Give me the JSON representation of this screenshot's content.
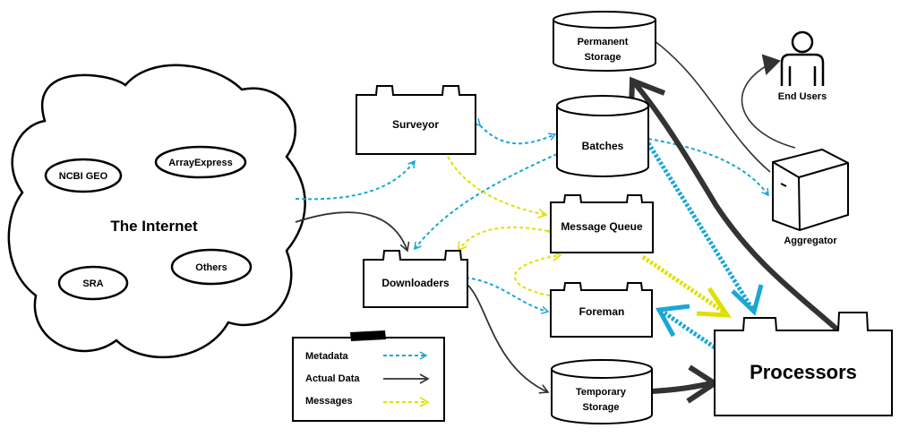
{
  "internet": {
    "title": "The Internet",
    "sources": [
      "NCBI GEO",
      "ArrayExpress",
      "SRA",
      "Others"
    ]
  },
  "components": {
    "surveyor": "Surveyor",
    "downloaders": "Downloaders",
    "message_queue": "Message Queue",
    "foreman": "Foreman",
    "processors": "Processors",
    "aggregator": "Aggregator",
    "end_users": "End Users"
  },
  "storage": {
    "permanent_line1": "Permanent",
    "permanent_line2": "Storage",
    "batches": "Batches",
    "temporary_line1": "Temporary",
    "temporary_line2": "Storage"
  },
  "legend": {
    "items": [
      {
        "label": "Metadata",
        "color": "#1aa7d6"
      },
      {
        "label": "Actual Data",
        "color": "#333333"
      },
      {
        "label": "Messages",
        "color": "#e0e000"
      }
    ]
  },
  "colors": {
    "metadata": "#1aa7d6",
    "data": "#333333",
    "messages": "#e0e000"
  }
}
